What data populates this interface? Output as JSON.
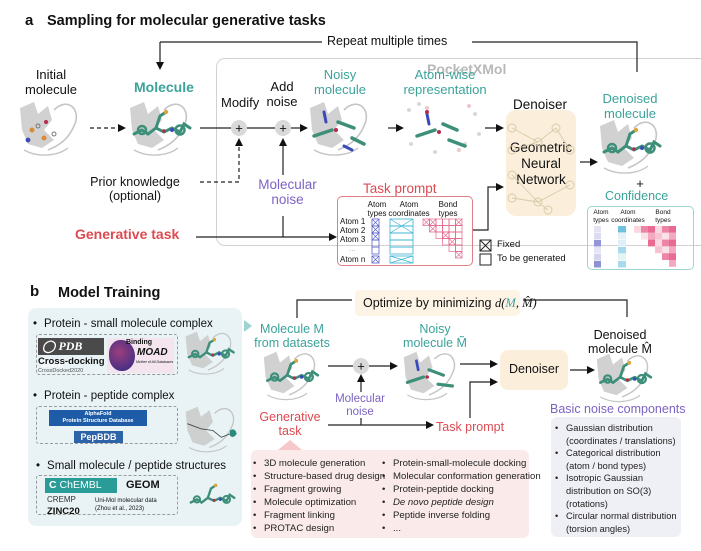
{
  "panel_a": {
    "letter": "a",
    "title": "Sampling for molecular generative tasks",
    "repeat_label": "Repeat multiple times",
    "initial_molecule": "Initial\nmolecule",
    "initial_molecule_l1": "Initial",
    "initial_molecule_l2": "molecule",
    "molecule": "Molecule",
    "modify": "Modify",
    "add_noise_l1": "Add",
    "add_noise_l2": "noise",
    "noisy_molecule_l1": "Noisy",
    "noisy_molecule_l2": "molecule",
    "atom_wise_l1": "Atom-wise",
    "atom_wise_l2": "representation",
    "framework_name": "PocketXMol",
    "denoiser": "Denoiser",
    "gnn_l1": "Geometric",
    "gnn_l2": "Neural",
    "gnn_l3": "Network",
    "denoised_l1": "Denoised",
    "denoised_l2": "molecule",
    "plus": "+",
    "confidence": "Confidence",
    "prior_l1": "Prior knowledge",
    "prior_l2": "(optional)",
    "molecular_noise_l1": "Molecular",
    "molecular_noise_l2": "noise",
    "generative_task": "Generative task",
    "task_prompt": {
      "title": "Task prompt",
      "col_atom_types_l1": "Atom",
      "col_atom_types_l2": "types",
      "col_atom_coords_l1": "Atom",
      "col_atom_coords_l2": "coordinates",
      "col_bond_types_l1": "Bond",
      "col_bond_types_l2": "types",
      "rows": [
        "Atom 1",
        "Atom 2",
        "Atom 3",
        "...",
        "Atom n"
      ]
    },
    "legend": {
      "fixed": "Fixed",
      "to_be_generated": "To be generated"
    },
    "confidence_table": {
      "col_atom_types_l1": "Atom",
      "col_atom_types_l2": "types",
      "col_atom_coords_l1": "Atom",
      "col_atom_coords_l2": "coordinates",
      "col_bond_types_l1": "Bond",
      "col_bond_types_l2": "types"
    }
  },
  "panel_b": {
    "letter": "b",
    "title": "Model Training",
    "datasets": {
      "cat1": "Protein - small molecule complex",
      "cat2": "Protein - peptide complex",
      "cat3": "Small molecule / peptide structures",
      "pdbbind": "PDB bind",
      "moad_l1": "Binding",
      "moad_l2": "MOAD",
      "moad_sub": "Mother of All Databases",
      "crossdocking": "Cross-docking",
      "crossdocked": "CrossDocked2020",
      "alphafold_l1": "AlphaFold",
      "alphafold_l2": "Protein Structure Database",
      "pepbdb": "PepBDB",
      "chembl": "ChEMBL",
      "geom": "GEOM",
      "cremp": "CREMP",
      "zinc": "ZINC20",
      "unimol_l1": "Uni-Mol molecular data",
      "unimol_l2": "(Zhou et al., 2023)"
    },
    "optimize_prefix": "Optimize by minimizing ",
    "optimize_formula_d": "d(",
    "optimize_formula_M": "M",
    "optimize_formula_rest": ", M̂)",
    "molecule_from_l1": "Molecule M",
    "molecule_from_l2": "from datasets",
    "noisy_l1": "Noisy",
    "noisy_l2": "molecule M̃",
    "denoiser": "Denoiser",
    "denoised_l1": "Denoised",
    "denoised_l2": "molecule M̂",
    "molecular_noise_l1": "Molecular",
    "molecular_noise_l2": "noise",
    "generative_task_l1": "Generative",
    "generative_task_l2": "task",
    "task_prompt": "Task prompt",
    "tasks_col1": [
      "3D molecule generation",
      "Structure-based drug design",
      "Fragment growing",
      "Molecule optimization",
      "Fragment linking",
      "PROTAC design"
    ],
    "tasks_col2": [
      "Protein-small-molecule docking",
      "Molecular conformation generation",
      "Protein-peptide docking",
      "De novo peptide design",
      "Peptide inverse folding",
      "..."
    ],
    "noise_title": "Basic noise components",
    "noise_components": [
      "Gaussian distribution (coordinates / translations)",
      "Categorical distribution (atom / bond types)",
      "Isotropic Gaussian distribution on SO(3) (rotations)",
      "Circular normal distribution (torsion angles)"
    ]
  },
  "colors": {
    "teal": "#3aa39a",
    "purple": "#7c63c4",
    "red": "#dc4b52",
    "denoiser_bg": "#fbefdc",
    "dataset_bg": "#e9f3f6",
    "task_bg": "#fbeaea",
    "noise_bg": "#efeff6"
  }
}
